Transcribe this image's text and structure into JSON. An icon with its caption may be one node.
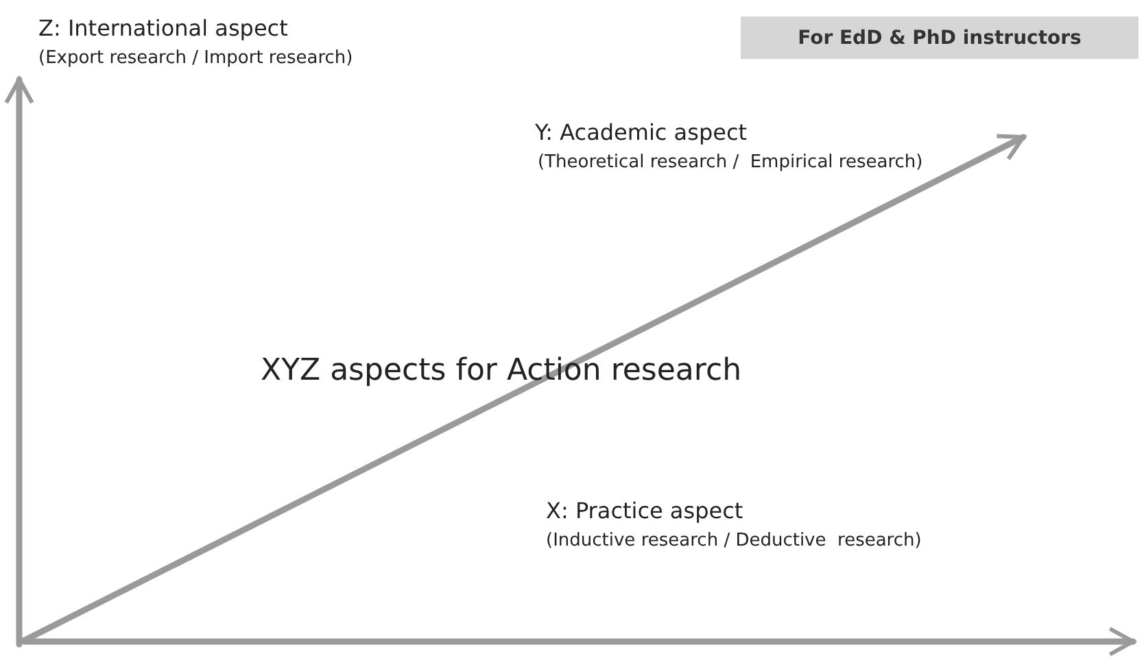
{
  "diagram": {
    "title": "XYZ aspects for Action research",
    "nodes": [
      {
        "text": [
          "For EdD & PhD instructors"
        ]
      }
    ],
    "labels": [
      "Z: International aspect",
      "(Export research / Import research)",
      "Y: Academic aspect",
      "(Theoretical research /  Empirical research)",
      "X: Practice aspect",
      "(Inductive research / Deductive  research)"
    ]
  }
}
